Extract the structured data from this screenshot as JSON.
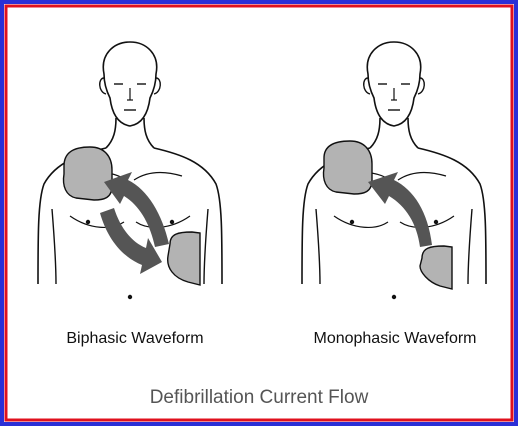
{
  "colors": {
    "outer_border": "#2b2fd6",
    "inner_border": "#e0101e",
    "pad_fill": "#b3b3b3",
    "arrow_fill": "#555555",
    "line": "#111111"
  },
  "panels": [
    {
      "caption": "Biphasic Waveform",
      "pads": 2,
      "arrows": 2
    },
    {
      "caption": "Monophasic Waveform",
      "pads": 2,
      "arrows": 1
    }
  ],
  "title": "Defibrillation Current Flow"
}
